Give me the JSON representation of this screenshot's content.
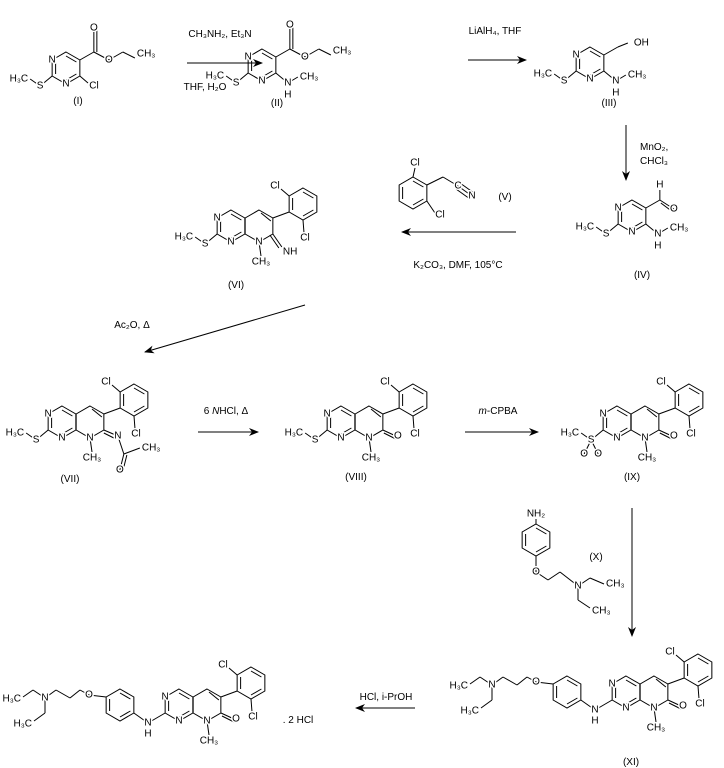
{
  "compounds": {
    "I": {
      "label": "(I)",
      "atoms": {
        "h3c": "H₃C",
        "s": "S",
        "n": "N",
        "cl": "Cl",
        "o": "O",
        "ch3": "CH₃"
      }
    },
    "II": {
      "label": "(II)",
      "atoms": {
        "h3c": "H₃C",
        "s": "S",
        "n": "N",
        "nh_h": "H",
        "o": "O",
        "ch3": "CH₃"
      }
    },
    "III": {
      "label": "(III)",
      "atoms": {
        "h3c": "H₃C",
        "s": "S",
        "n": "N",
        "nh_h": "H",
        "oh": "OH",
        "ch3": "CH₃"
      }
    },
    "IV": {
      "label": "(IV)",
      "atoms": {
        "h3c": "H₃C",
        "s": "S",
        "n": "N",
        "nh_h": "H",
        "cho_h": "H",
        "o": "O",
        "ch3": "CH₃"
      }
    },
    "V": {
      "label": "(V)",
      "atoms": {
        "cl": "Cl",
        "c": "C",
        "n": "N"
      }
    },
    "VI": {
      "label": "(VI)",
      "atoms": {
        "h3c": "H₃C",
        "s": "S",
        "n": "N",
        "cl": "Cl",
        "nh": "NH",
        "ch3": "CH₃"
      }
    },
    "VII": {
      "label": "(VII)",
      "atoms": {
        "h3c": "H₃C",
        "s": "S",
        "n": "N",
        "cl": "Cl",
        "o": "O",
        "ch3": "CH₃"
      }
    },
    "VIII": {
      "label": "(VIII)",
      "atoms": {
        "h3c": "H₃C",
        "s": "S",
        "n": "N",
        "cl": "Cl",
        "o": "O",
        "ch3": "CH₃"
      }
    },
    "IX": {
      "label": "(IX)",
      "atoms": {
        "h3c": "H₃C",
        "s": "S",
        "n": "N",
        "cl": "Cl",
        "o": "O",
        "ch3": "CH₃"
      }
    },
    "X": {
      "label": "(X)",
      "atoms": {
        "nh2": "NH₂",
        "o": "O",
        "n": "N",
        "ch3": "CH₃"
      }
    },
    "XI": {
      "label": "(XI)",
      "atoms": {
        "h3c": "H₃C",
        "n": "N",
        "h": "H",
        "cl": "Cl",
        "o": "O",
        "ch3": "CH₃"
      }
    },
    "final": {
      "label": ". 2 HCl",
      "atoms": {
        "h3c": "H₃C",
        "n": "N",
        "h": "H",
        "cl": "Cl",
        "o": "O",
        "ch3": "CH₃"
      }
    }
  },
  "reagents": {
    "step1_top": "CH₃NH₂, Et₃N",
    "step1_bottom": "THF, H₂O",
    "step2": "LiAlH₄, THF",
    "step3_line1": "MnO₂,",
    "step3_line2": "CHCl₃",
    "step4": "K₂CO₃, DMF, 105°C",
    "step5": "Ac₂O, Δ",
    "step6_prefix": "6 ",
    "step6_italic": "N",
    "step6_suffix": "HCl, Δ",
    "step7_italic": "m",
    "step7_suffix": "-CPBA",
    "step9": "HCl, i-PrOH"
  }
}
